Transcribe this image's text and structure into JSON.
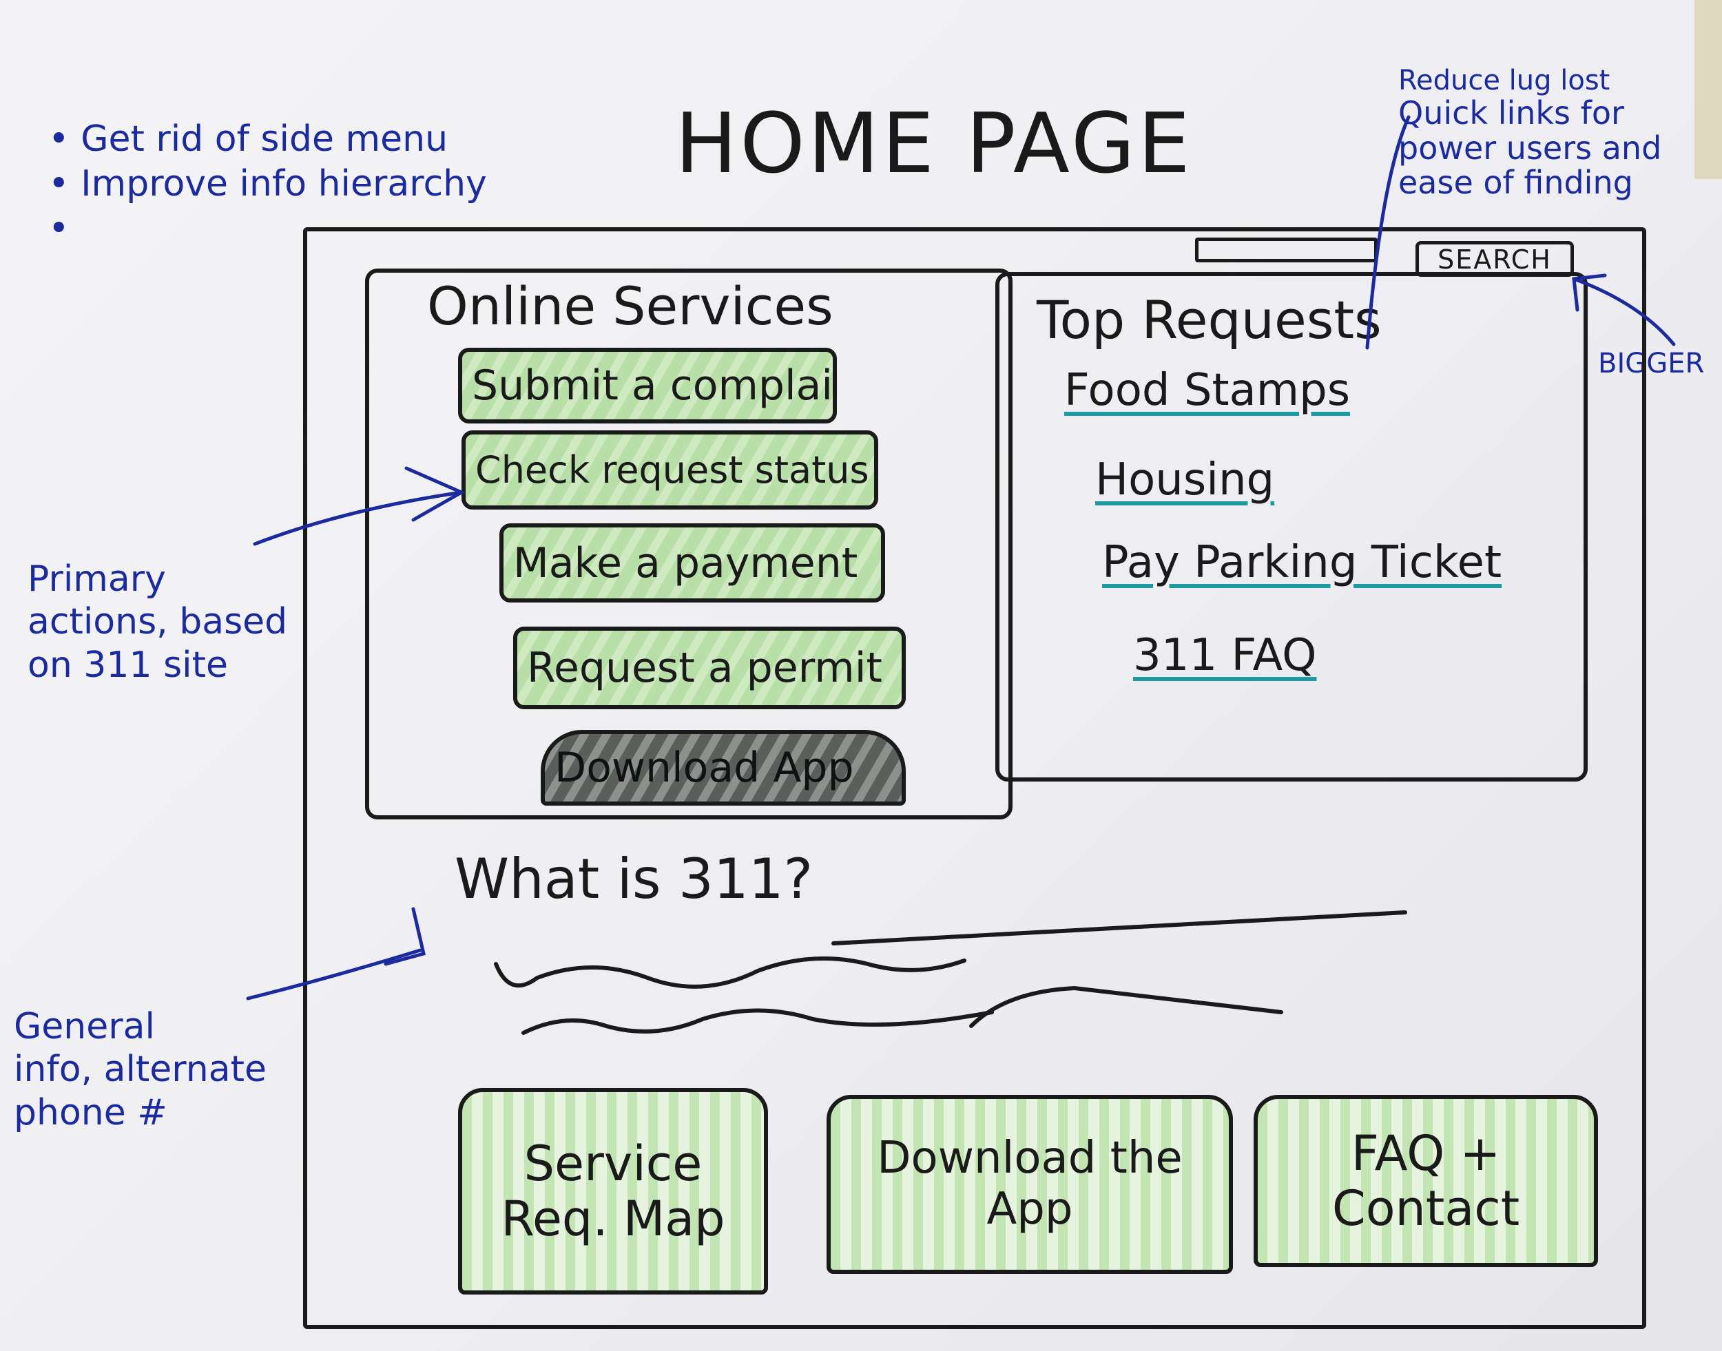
{
  "page": {
    "title": "HOME PAGE"
  },
  "notes": {
    "goals": [
      "Get rid of side menu",
      "Improve info hierarchy"
    ],
    "quick_links": [
      "Reduce lug lost",
      "Quick links for",
      "power users and",
      "ease of finding"
    ],
    "bigger": "BIGGER",
    "primary_actions": [
      "Primary",
      "actions, based",
      "on 311 site"
    ],
    "general_info": [
      "General",
      "info, alternate",
      "phone #"
    ]
  },
  "header": {
    "search_placeholder": "",
    "search_label": "SEARCH"
  },
  "online_services": {
    "heading": "Online Services",
    "buttons": [
      "Submit a complaint",
      "Check request status",
      "Make a payment",
      "Request a permit",
      "Download App"
    ]
  },
  "top_requests": {
    "heading": "Top Requests",
    "links": [
      "Food Stamps",
      "Housing",
      "Pay Parking Ticket",
      "311 FAQ"
    ]
  },
  "about": {
    "heading": "What is 311?"
  },
  "tiles": {
    "service_map": [
      "Service",
      "Req. Map"
    ],
    "download_app": [
      "Download the",
      "App"
    ],
    "faq_contact": [
      "FAQ +",
      "Contact"
    ]
  },
  "colors": {
    "ink": "#1a1a1a",
    "annotation_blue": "#1b2a9c",
    "highlight_green": "#b9dfa8",
    "underline_teal": "#1f9aa0"
  }
}
